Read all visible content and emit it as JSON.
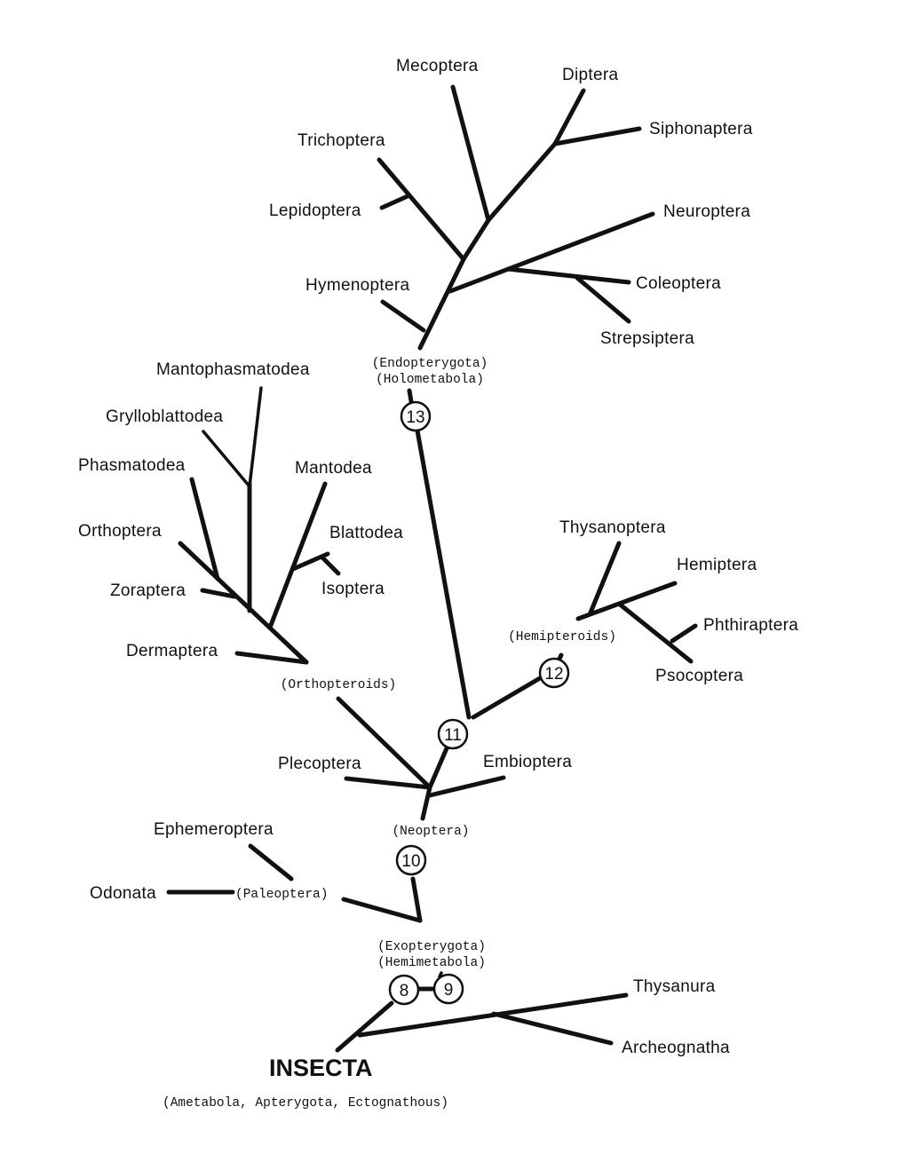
{
  "diagram": {
    "root": {
      "label": "INSECTA",
      "sublabel": "(Ametabola, Apterygota, Ectognathous)"
    },
    "groups": {
      "exopterygota": "(Exopterygota)",
      "hemimetabola": "(Hemimetabola)",
      "paleoptera": "(Paleoptera)",
      "neoptera": "(Neoptera)",
      "orthopteroids": "(Orthopteroids)",
      "hemipteroids": "(Hemipteroids)",
      "endopterygota": "(Endopterygota)",
      "holometabola": "(Holometabola)"
    },
    "nodes": {
      "n8": "8",
      "n9": "9",
      "n10": "10",
      "n11": "11",
      "n12": "12",
      "n13": "13"
    },
    "taxa": {
      "thysanura": "Thysanura",
      "archeognatha": "Archeognatha",
      "odonata": "Odonata",
      "ephemeroptera": "Ephemeroptera",
      "plecoptera": "Plecoptera",
      "embioptera": "Embioptera",
      "dermaptera": "Dermaptera",
      "zoraptera": "Zoraptera",
      "orthoptera": "Orthoptera",
      "phasmatodea": "Phasmatodea",
      "grylloblattodea": "Grylloblattodea",
      "mantophasmatodea": "Mantophasmatodea",
      "mantodea": "Mantodea",
      "blattodea": "Blattodea",
      "isoptera": "Isoptera",
      "thysanoptera": "Thysanoptera",
      "hemiptera": "Hemiptera",
      "phthiraptera": "Phthiraptera",
      "psocoptera": "Psocoptera",
      "hymenoptera": "Hymenoptera",
      "lepidoptera": "Lepidoptera",
      "trichoptera": "Trichoptera",
      "mecoptera": "Mecoptera",
      "diptera": "Diptera",
      "siphonaptera": "Siphonaptera",
      "neuroptera": "Neuroptera",
      "coleoptera": "Coleoptera",
      "strepsiptera": "Strepsiptera"
    }
  }
}
